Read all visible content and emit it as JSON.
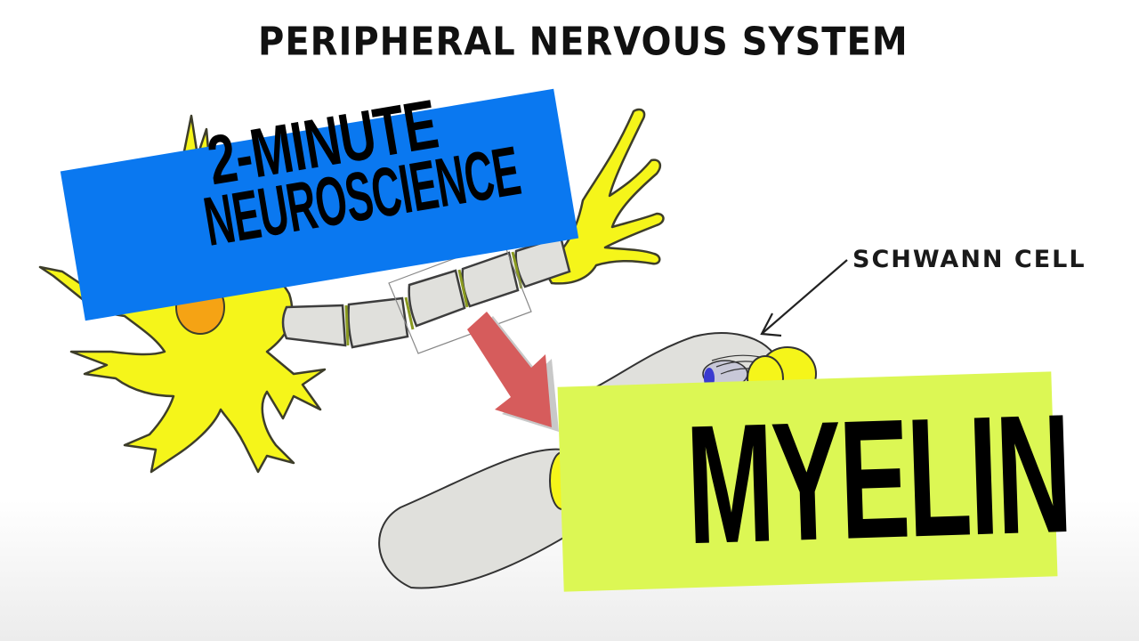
{
  "diagram": {
    "title": "PERIPHERAL NERVOUS SYSTEM",
    "labels": {
      "schwann_cell": "SCHWANN CELL"
    },
    "elements": [
      {
        "id": "neuron-cell-body",
        "kind": "neuron soma with dendrites",
        "color": "#f5f51a"
      },
      {
        "id": "nucleus",
        "kind": "nucleus",
        "color": "#f5a314"
      },
      {
        "id": "axon-myelin-segments",
        "kind": "myelinated axon segments",
        "color": "#e0e0dc",
        "segment_count": 5
      },
      {
        "id": "axon-terminal",
        "kind": "axon terminal branches",
        "color": "#f5f51a"
      },
      {
        "id": "zoom-box",
        "kind": "selection rectangle over axon segment"
      },
      {
        "id": "zoom-arrow",
        "kind": "arrow pointing down-right",
        "color": "#d65c5c"
      },
      {
        "id": "schwann-wrap-upper",
        "kind": "Schwann cell wrapping axon (magnified)",
        "color": "#e0e0dc"
      },
      {
        "id": "schwann-wrap-lower",
        "kind": "Schwann cell segment (magnified)",
        "color": "#e0e0dc"
      },
      {
        "id": "schwann-pointer-arrow",
        "kind": "line arrow from label to Schwann cell"
      }
    ]
  },
  "overlays": {
    "series_banner": {
      "line1": "2-MINUTE",
      "line2": "NEUROSCIENCE",
      "background": "#0a78f0"
    },
    "topic_banner": {
      "text": "MYELIN",
      "background": "#dcf754"
    }
  },
  "colors": {
    "neuron_yellow": "#f5f51a",
    "nucleus_orange": "#f5a314",
    "myelin_gray": "#e0e0dc",
    "arrow_red": "#d65c5c",
    "banner_blue": "#0a78f0",
    "banner_lime": "#dcf754",
    "outline": "#333333"
  }
}
